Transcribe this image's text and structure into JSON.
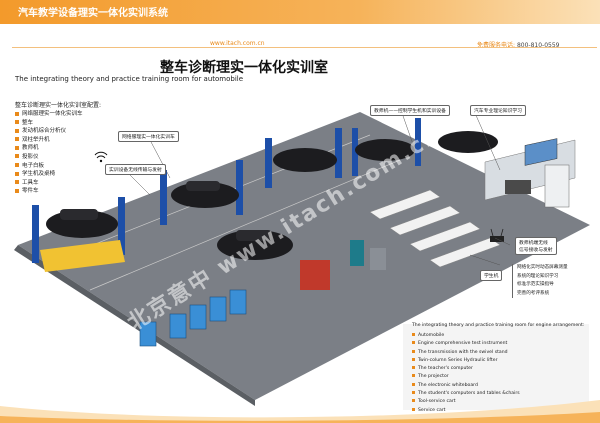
{
  "header": {
    "title": "汽车教学设备理实一体化实训系统",
    "url": "www.itach.com.cn",
    "hotline_label": "免费服务电话:",
    "hotline_number": "800-810-0559"
  },
  "main": {
    "title_cn": "整车诊断理实一体化实训室",
    "title_en": "The integrating theory and practice training room for automobile"
  },
  "config": {
    "heading": "整车诊断理实一体化实训室配置:",
    "items": [
      "网络服理实一体化实训车",
      "整车",
      "发动机综合分析仪",
      "双柱举升机",
      "教师机",
      "投影仪",
      "电子白板",
      "学生机及桌椅",
      "工具车",
      "零件车"
    ]
  },
  "callouts": {
    "network_car": "网络服理实一体化实训车",
    "wireless": "实训设备无线传输与发射",
    "teacher": "教师机——控制学生机和实训设备",
    "expert_system": "汽车专业理论知识学习",
    "router": "教师机端无线\n信号接收与发射",
    "students": "学生机"
  },
  "student_features": [
    "网络化实时动态屏幕测量",
    "系统的理论知识学习",
    "标准示范实操指导",
    "完善的考评系统"
  ],
  "legend": {
    "title": "The integrating theory and practice training room for engine arrangement:",
    "items": [
      "Automobile",
      "Engine comprehensive test instrument",
      "The transmission with the swivel stand",
      "Twin-column Series Hydraulic lifter",
      "The teacher's computer",
      "The projector",
      "The electronic whiteboard",
      "The student's computers and tables &chairs",
      "Tool-service cart",
      "Service cart"
    ]
  },
  "watermark": {
    "cn": "北京意中",
    "url": "www.itach.com.cn"
  },
  "colors": {
    "accent": "#f39a2b",
    "floor": "#7b7f86",
    "lift_blue": "#1d4fa8",
    "car": "#1c1c1f"
  }
}
